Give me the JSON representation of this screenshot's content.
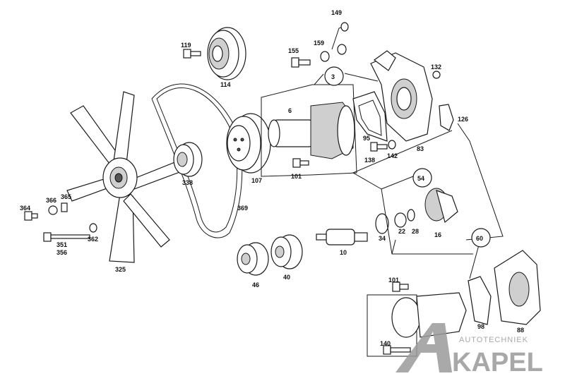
{
  "parts": {
    "p149": "149",
    "p119": "119",
    "p114": "114",
    "p155": "155",
    "p159": "159",
    "p3": "3",
    "p132": "132",
    "p6": "6",
    "p126": "126",
    "p95": "95",
    "p83": "83",
    "p138": "138",
    "p142": "142",
    "p107": "107",
    "p101a": "101",
    "p338": "338",
    "p54": "54",
    "p364": "364",
    "p366": "366",
    "p365": "365",
    "p369": "369",
    "p22": "22",
    "p28": "28",
    "p34": "34",
    "p16": "16",
    "p60": "60",
    "p351": "351",
    "p356": "356",
    "p362": "362",
    "p10": "10",
    "p325": "325",
    "p46": "46",
    "p40": "40",
    "p101b": "101",
    "p98": "98",
    "p88": "88",
    "p140": "140"
  },
  "watermark": {
    "top_text": "AUTOTECHNIEK",
    "brand_text": "KAPEL",
    "mark": "A",
    "color": "#9a9a9a"
  }
}
